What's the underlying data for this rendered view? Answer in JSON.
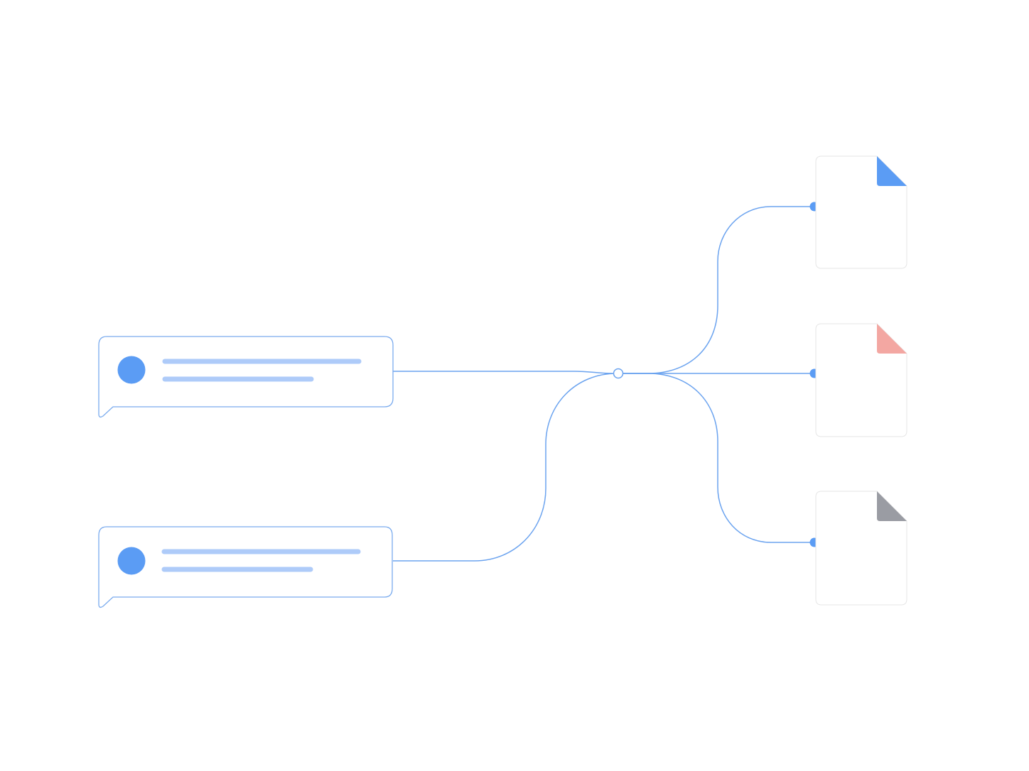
{
  "colors": {
    "background": "#ffffff",
    "connector": "#6ba3ef",
    "bubble_border": "#7aabee",
    "avatar": "#5b9cf4",
    "text_line": "#aecbf9",
    "doc_border": "#e6e6e6",
    "hub_fill": "#ffffff"
  },
  "messages": [
    {
      "id": "message-1",
      "icon": "avatar-icon"
    },
    {
      "id": "message-2",
      "icon": "avatar-icon"
    }
  ],
  "hub": {
    "icon": "hub-node-icon"
  },
  "documents": [
    {
      "id": "document-blue",
      "icon": "document-icon",
      "corner_color": "#5b9cf4"
    },
    {
      "id": "document-red",
      "icon": "document-icon",
      "corner_color": "#f3a7a2"
    },
    {
      "id": "document-gray",
      "icon": "document-icon",
      "corner_color": "#9a9ca3"
    }
  ]
}
